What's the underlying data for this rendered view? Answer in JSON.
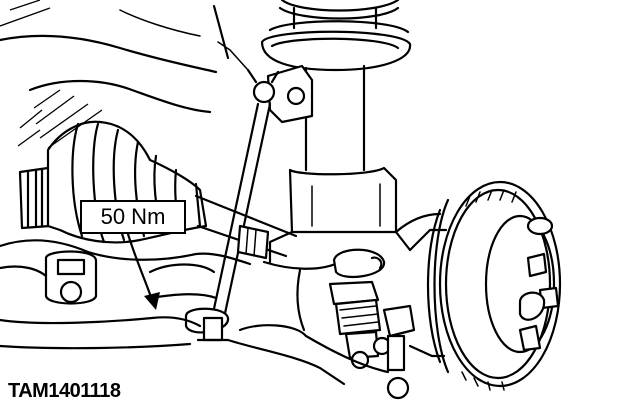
{
  "figure": {
    "torque_label": "50 Nm",
    "figure_id": "TAM1401118"
  },
  "icons": [
    "stabilizer-link-illustration",
    "coil-spring",
    "brake-disc",
    "drive-shaft-boot",
    "torque-arrow"
  ],
  "colors": {
    "line": "#000000",
    "background": "#ffffff"
  }
}
